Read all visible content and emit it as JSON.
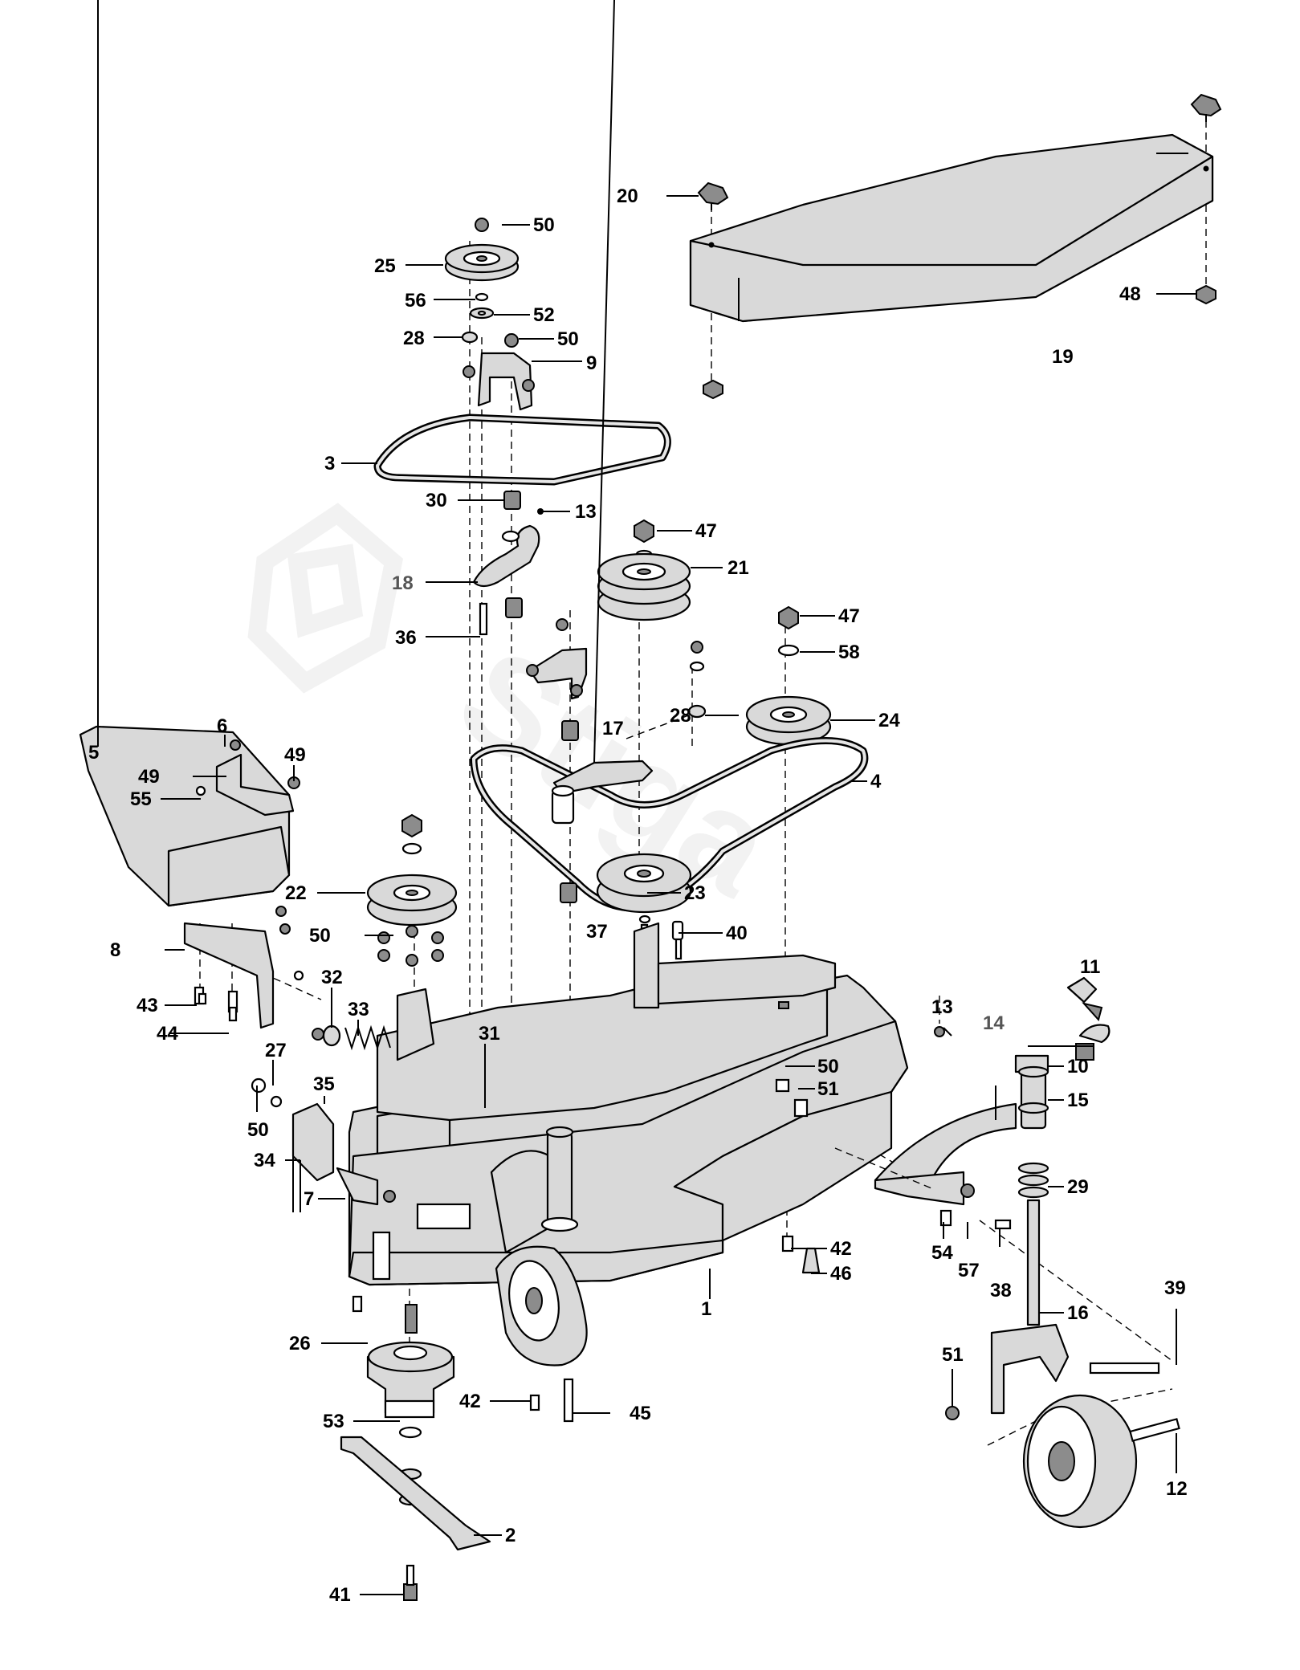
{
  "callouts": {
    "c1": "1",
    "c2": "2",
    "c3": "3",
    "c4": "4",
    "c5": "5",
    "c6": "6",
    "c7": "7",
    "c8": "8",
    "c9": "9",
    "c10": "10",
    "c11": "11",
    "c12": "12",
    "c13a": "13",
    "c13b": "13",
    "c14": "14",
    "c15": "15",
    "c16": "16",
    "c17": "17",
    "c18": "18",
    "c19": "19",
    "c20": "20",
    "c21": "21",
    "c22": "22",
    "c23": "23",
    "c24": "24",
    "c25": "25",
    "c26": "26",
    "c27": "27",
    "c28a": "28",
    "c28b": "28",
    "c29": "29",
    "c30": "30",
    "c31": "31",
    "c32": "32",
    "c33": "33",
    "c34": "34",
    "c35": "35",
    "c36": "36",
    "c37": "37",
    "c38": "38",
    "c39": "39",
    "c40": "40",
    "c41": "41",
    "c42a": "42",
    "c42b": "42",
    "c43": "43",
    "c44": "44",
    "c45": "45",
    "c46": "46",
    "c47a": "47",
    "c47b": "47",
    "c48": "48",
    "c49a": "49",
    "c49b": "49",
    "c50a": "50",
    "c50b": "50",
    "c50c": "50",
    "c50d": "50",
    "c50e": "50",
    "c51a": "51",
    "c51b": "51",
    "c52": "52",
    "c53": "53",
    "c54": "54",
    "c55": "55",
    "c56": "56",
    "c57": "57",
    "c58": "58"
  },
  "watermark": {
    "text": "Stiga"
  },
  "colors": {
    "line": "#000000",
    "part_fill": "#d9d9d9",
    "background": "#ffffff"
  }
}
